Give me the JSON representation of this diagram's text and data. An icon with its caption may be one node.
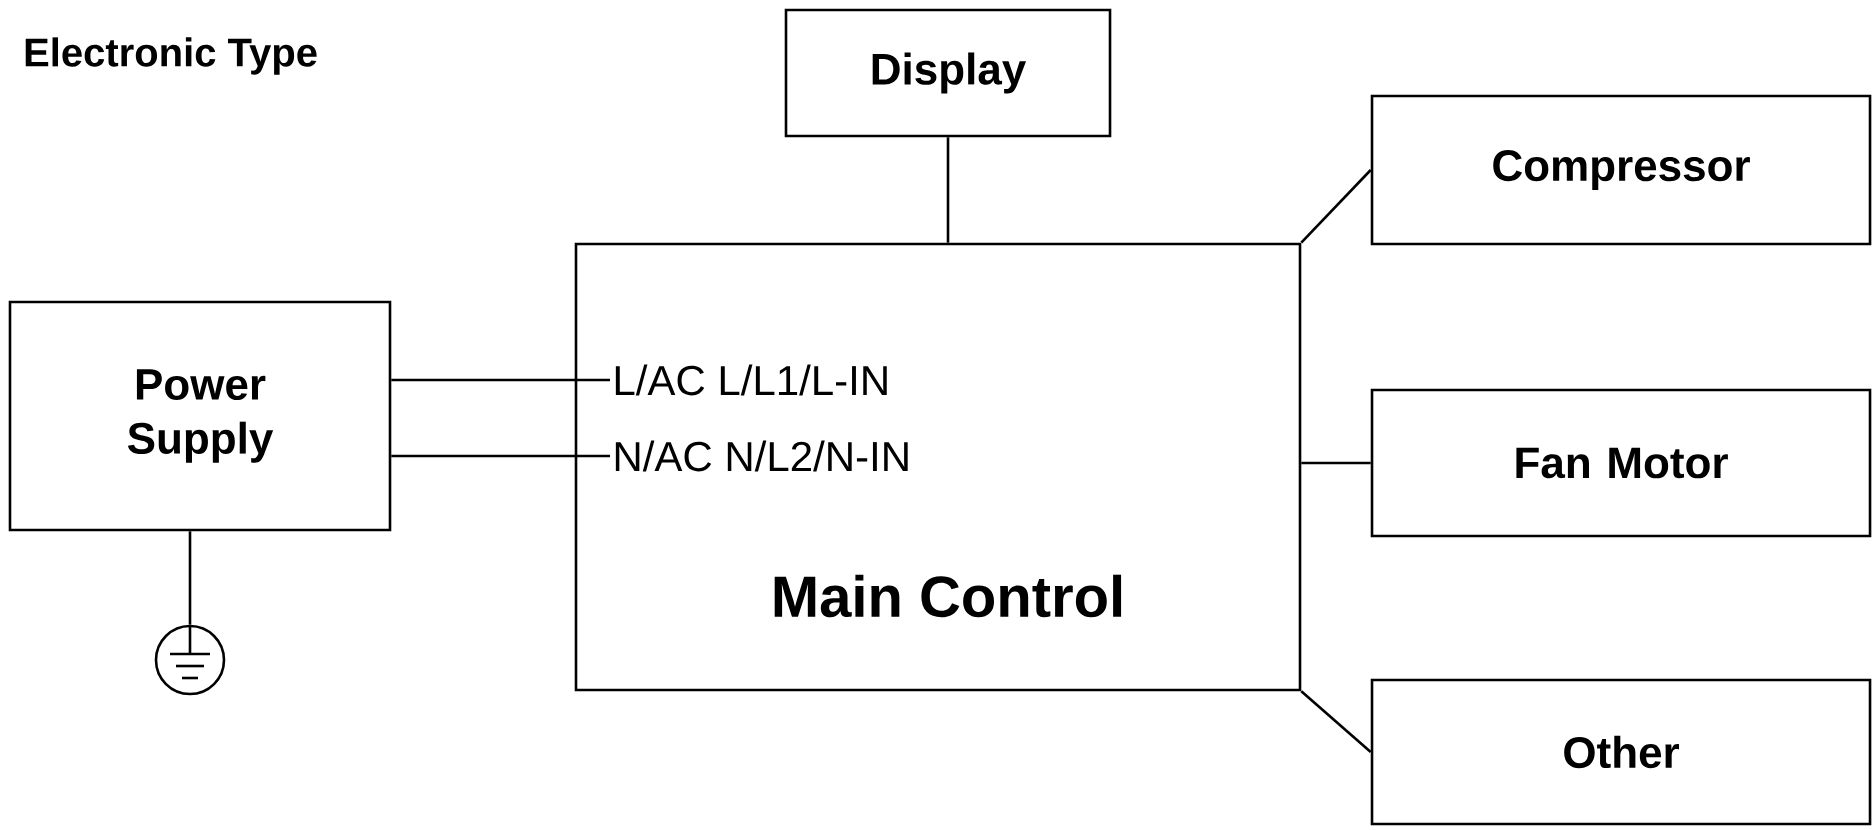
{
  "diagram": {
    "title": "Electronic Type",
    "nodes": [
      {
        "text": [
          "Display"
        ]
      },
      {
        "text": [
          "Compressor"
        ]
      },
      {
        "text": [
          "Power Supply"
        ]
      },
      {
        "text": [
          "L/AC L/L1/L-IN",
          "N/AC N/L2/N-IN",
          "Main Control"
        ]
      },
      {
        "text": [
          "Fan Motor"
        ]
      },
      {
        "text": [
          "Other"
        ]
      },
      {
        "text": [],
        "shape": "circle"
      }
    ],
    "edges": [
      {
        "from": 0,
        "to": 3,
        "arrow": "none"
      },
      {
        "from": 2,
        "to": 3,
        "arrow": "none"
      },
      {
        "from": 2,
        "to": 3,
        "arrow": "none"
      },
      {
        "from": 2,
        "to": 6,
        "arrow": "none"
      },
      {
        "from": 3,
        "to": 1,
        "arrow": "none"
      },
      {
        "from": 3,
        "to": 4,
        "arrow": "none"
      },
      {
        "from": 3,
        "to": 5,
        "arrow": "none"
      }
    ]
  }
}
